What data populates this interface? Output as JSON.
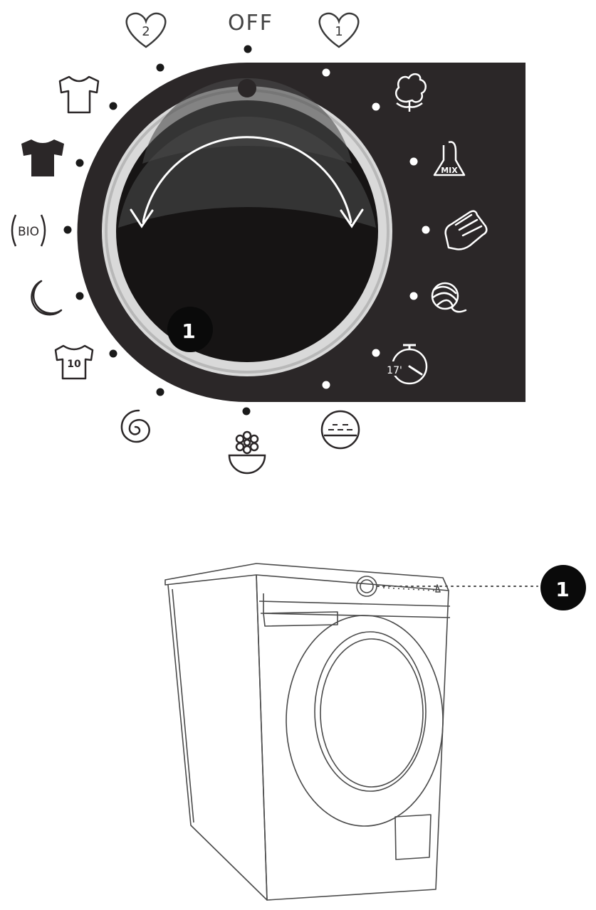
{
  "dial": {
    "off_label": "OFF",
    "knob_marker": "1",
    "colors": {
      "panel": "#2b2728",
      "knob": "#161414",
      "ring": "#d9d9d9",
      "icon_light": "#ffffff",
      "icon_dark": "#2b2728"
    },
    "programs": [
      {
        "icon": "heart-2-icon",
        "text": "2"
      },
      {
        "icon": "heart-1-icon",
        "text": "1"
      },
      {
        "icon": "shirt-outline-icon"
      },
      {
        "icon": "shirt-filled-icon"
      },
      {
        "icon": "bio-icon",
        "text": "BIO"
      },
      {
        "icon": "moon-icon"
      },
      {
        "icon": "jersey-icon",
        "text": "10"
      },
      {
        "icon": "spiral-spin-icon"
      },
      {
        "icon": "flower-basin-icon"
      },
      {
        "icon": "rinse-basin-icon"
      },
      {
        "icon": "cotton-icon"
      },
      {
        "icon": "mix-flask-icon",
        "text": "MIX"
      },
      {
        "icon": "handwash-icon"
      },
      {
        "icon": "wool-ball-icon"
      },
      {
        "icon": "timer-icon",
        "text": "17'"
      }
    ]
  },
  "machine": {
    "callout": "1"
  }
}
